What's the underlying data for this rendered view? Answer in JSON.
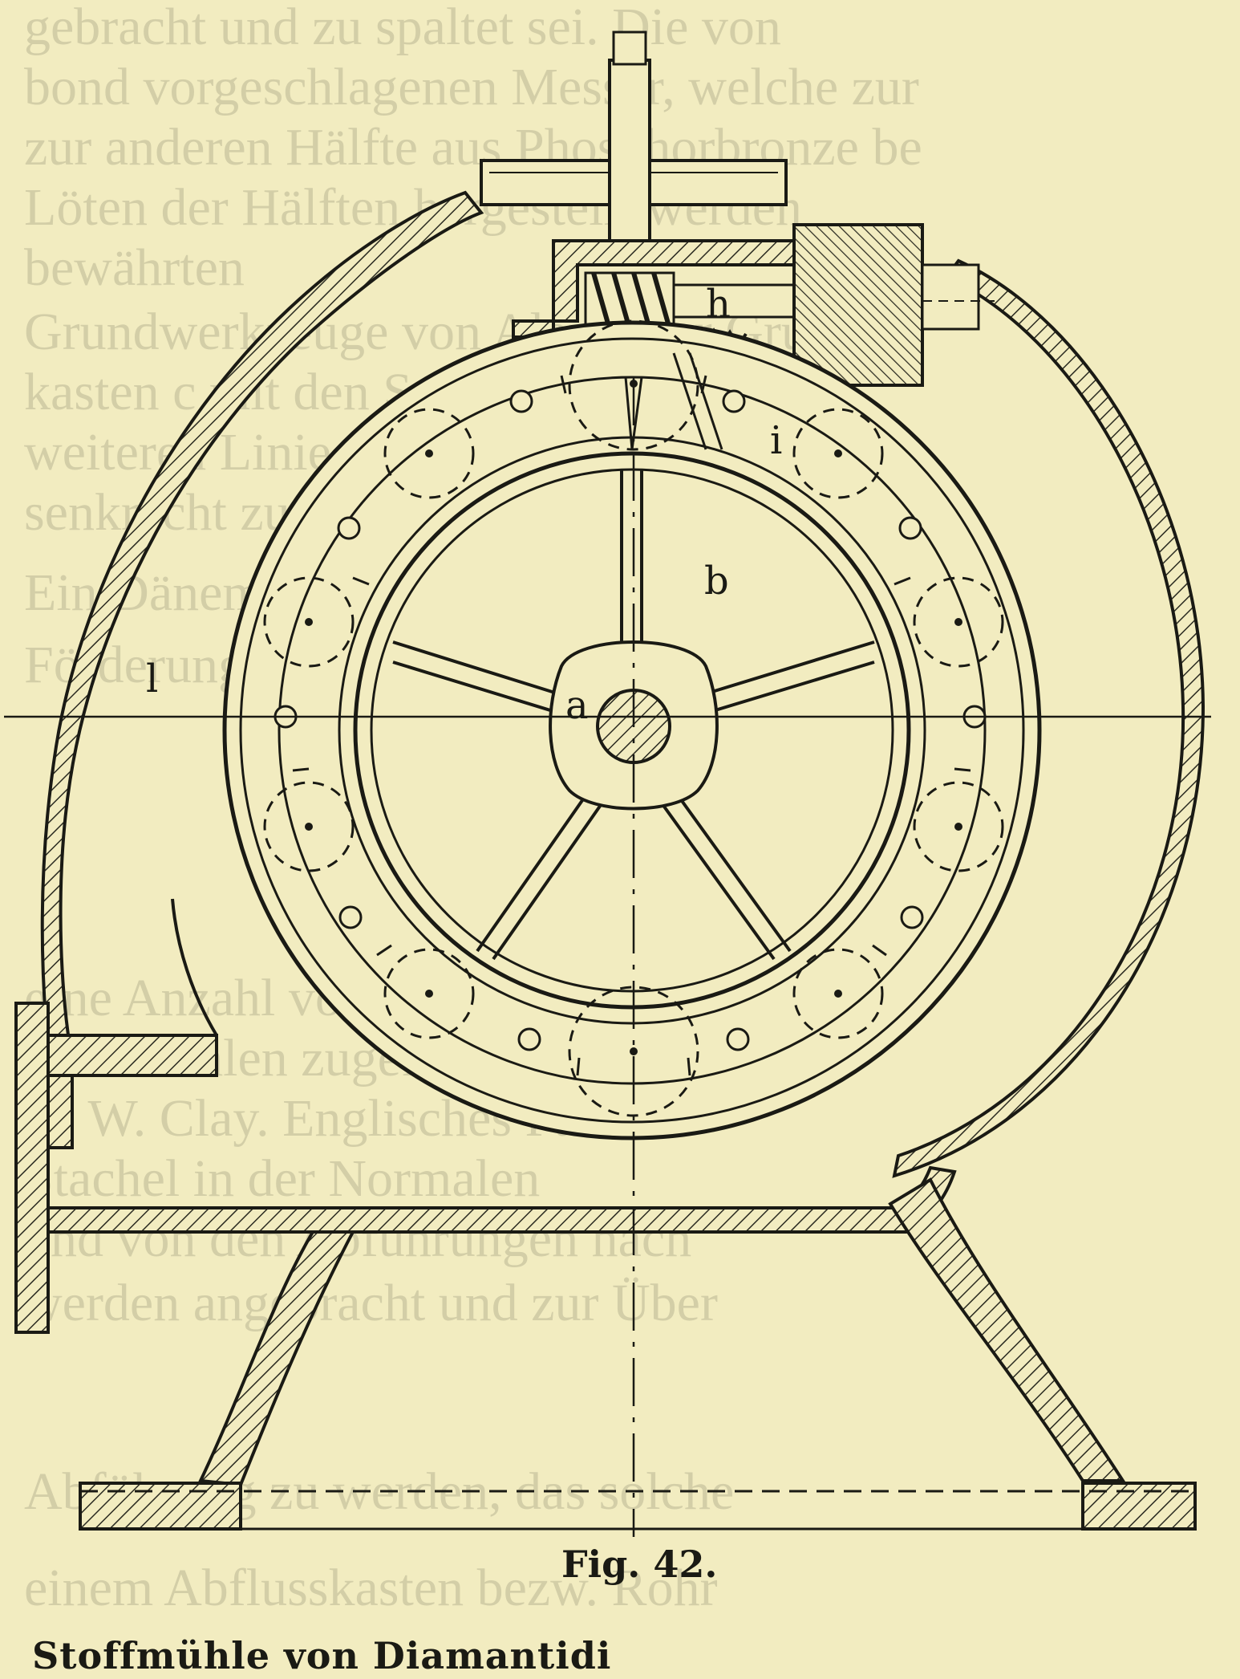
{
  "figure": {
    "number_label": "Fig. 42.",
    "caption": "Stoffmühle von Diamantidi"
  },
  "part_labels": {
    "a": "a",
    "b": "b",
    "h": "h",
    "i": "i",
    "l": "l"
  },
  "bleed_through": [
    "gebracht und zu spaltet sei. Die von",
    "bond vorgeschlagenen Messer, welche zur",
    "zur anderen Hälfte aus Phosphorbronze be",
    "Löten der Hälften hergestellt werden",
    "bewährten",
    "Grundwerkzeuge von Alexander Gruber",
    "kasten c mit den Schienen wird durch",
    "weiteren Linie d der Ziegel gegen",
    "senkrecht zu tragenden Querstreifen",
    "Ein Dänemark. Die Messerkonstruktion",
    "Förderung bei dem Stoff.",
    "eine Anzahl von Holländern welche etwa",
    "Stoffmühlen zugeführt wird. Patent",
    "A. W. Clay. Englisches Patent",
    "Stachel in der Normalen",
    "und von den Abführungen nach",
    "werden angebracht und zur Über",
    "Abführung zu werden, das solche",
    "einem Abflusskasten bezw. Rohr"
  ],
  "colors": {
    "paper": "#f2ecc0",
    "ink": "#1a1a14",
    "hatch": "#2a2a20"
  }
}
